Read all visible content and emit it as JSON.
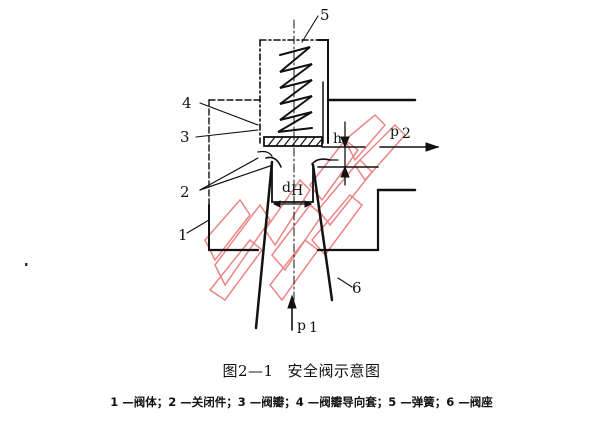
{
  "figure": {
    "number": "图2—1",
    "title": "安全阀示意图",
    "legend": "1 —阀体；2 —关闭件；3 —阀瓣；4 —阀瓣导向套；5 —弹簧；6 —阀座",
    "legend_items": [
      {
        "num": "1",
        "name": "阀体"
      },
      {
        "num": "2",
        "name": "关闭件"
      },
      {
        "num": "3",
        "name": "阀瓣"
      },
      {
        "num": "4",
        "name": "阀瓣导向套"
      },
      {
        "num": "5",
        "name": "弹簧"
      },
      {
        "num": "6",
        "name": "阀座"
      }
    ]
  },
  "labels": {
    "l1": "1",
    "l2": "2",
    "l3": "3",
    "l4": "4",
    "l5": "5",
    "l6": "6",
    "h": "h",
    "p1": "p",
    "p1_sub": "1",
    "p2": "p",
    "p2_sub": "2",
    "d": "d",
    "d_sub": "H"
  },
  "colors": {
    "ink": "#111111",
    "watermark": "#e87070"
  }
}
